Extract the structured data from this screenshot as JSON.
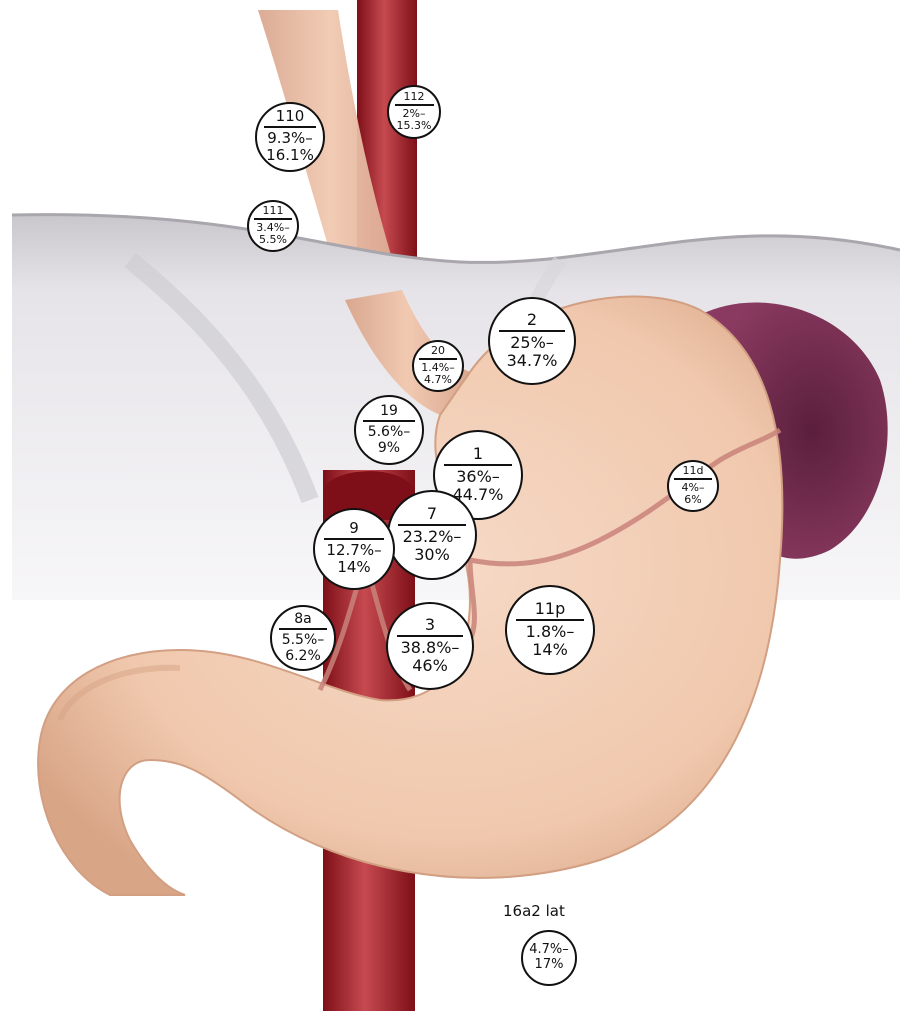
{
  "colors": {
    "aorta": "#9c1a22",
    "aorta_highlight": "#c64a50",
    "stomach": "#f2cdb4",
    "stomach_shadow": "#dba98c",
    "spleen": "#7a2d52",
    "esophagus": "#e9bba2",
    "diaphragm": "#d4d2d6",
    "outline": "#111111"
  },
  "lymph_nodes": [
    {
      "station": "110",
      "range": "9.3%–16.1%"
    },
    {
      "station": "112",
      "range": "2%–15.3%"
    },
    {
      "station": "111",
      "range": "3.4%–5.5%"
    },
    {
      "station": "2",
      "range": "25%–34.7%"
    },
    {
      "station": "20",
      "range": "1.4%–4.7%"
    },
    {
      "station": "19",
      "range": "5.6%–9%"
    },
    {
      "station": "1",
      "range": "36%–44.7%"
    },
    {
      "station": "11d",
      "range": "4%–6%"
    },
    {
      "station": "7",
      "range": "23.2%–30%"
    },
    {
      "station": "9",
      "range": "12.7%–14%"
    },
    {
      "station": "8a",
      "range": "5.5%–6.2%"
    },
    {
      "station": "3",
      "range": "38.8%–46%"
    },
    {
      "station": "11p",
      "range": "1.8%–14%"
    }
  ],
  "para_aortic": {
    "station": "16a2 lat",
    "range": "4.7%–17%"
  }
}
